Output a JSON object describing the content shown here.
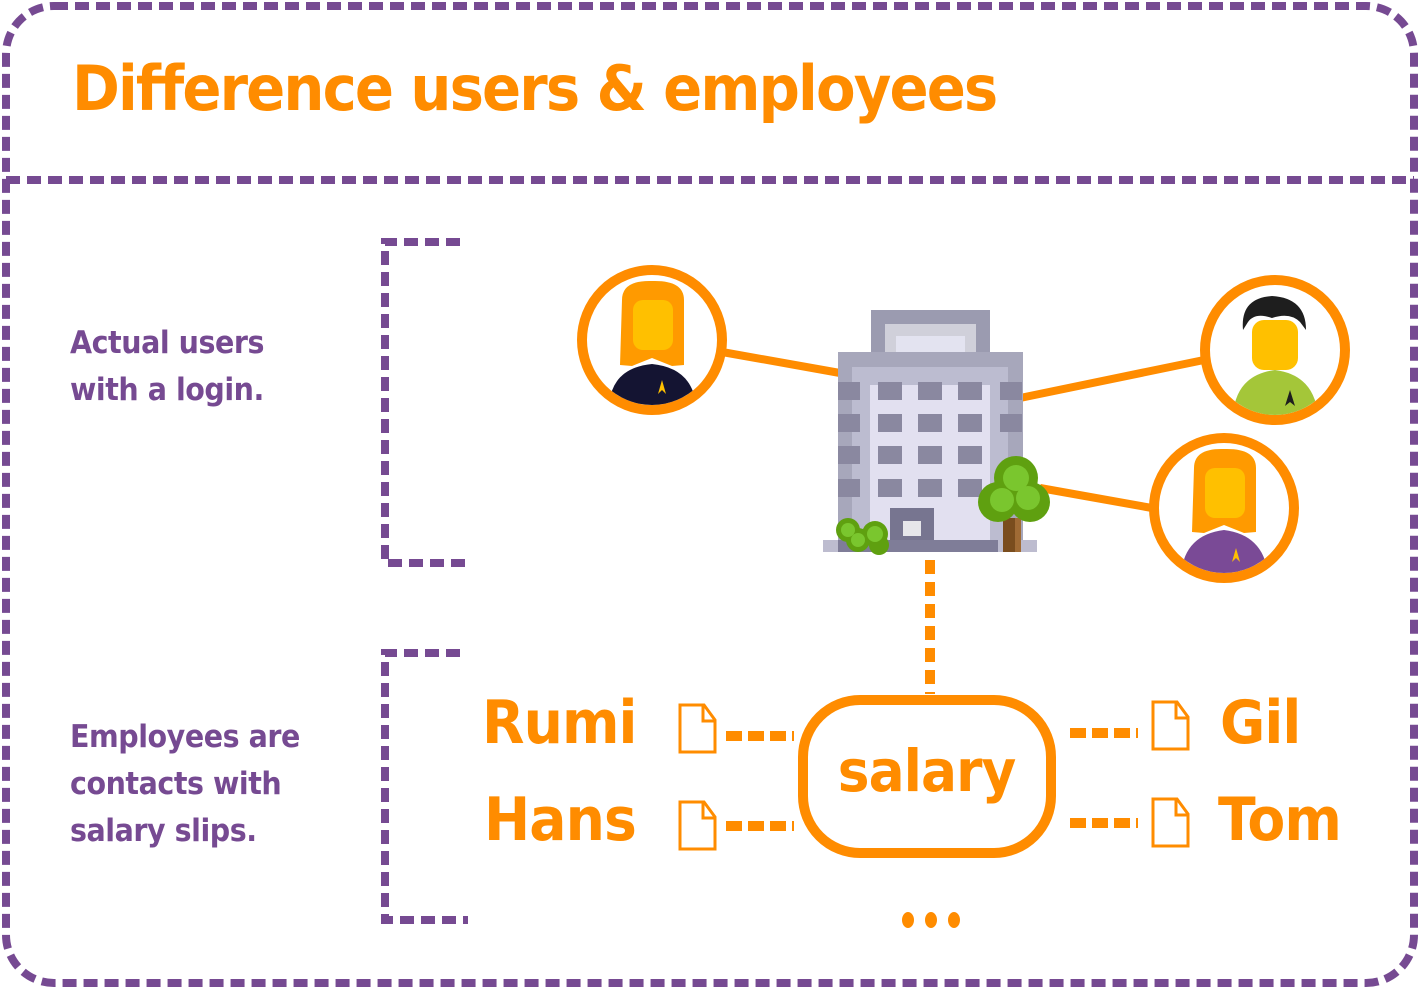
{
  "title": "Difference users & employees",
  "sections": {
    "users": {
      "label_lines": [
        "Actual users",
        "with a login."
      ]
    },
    "employees": {
      "label_lines": [
        "Employees are",
        "contacts with",
        "salary slips."
      ]
    }
  },
  "diagram": {
    "center_icon": "office-building-icon",
    "users": [
      {
        "avatar": "female-user-avatar",
        "shirt_color": "#141432",
        "hair": "orange-long"
      },
      {
        "avatar": "male-user-avatar",
        "shirt_color": "#a4c639",
        "hair": "black-short"
      },
      {
        "avatar": "female-user-avatar",
        "shirt_color": "#7a4a96",
        "hair": "orange-long"
      }
    ],
    "salary_label": "salary",
    "employees_left": [
      "Rumi",
      "Hans"
    ],
    "employees_right": [
      "Gil",
      "Tom"
    ],
    "document_icon": "document-icon",
    "more_indicator": "..."
  },
  "colors": {
    "accent_orange": "#ff8c00",
    "purple": "#764a92",
    "building_gray": "#8c8ca6",
    "tree_green": "#7ac62e"
  }
}
